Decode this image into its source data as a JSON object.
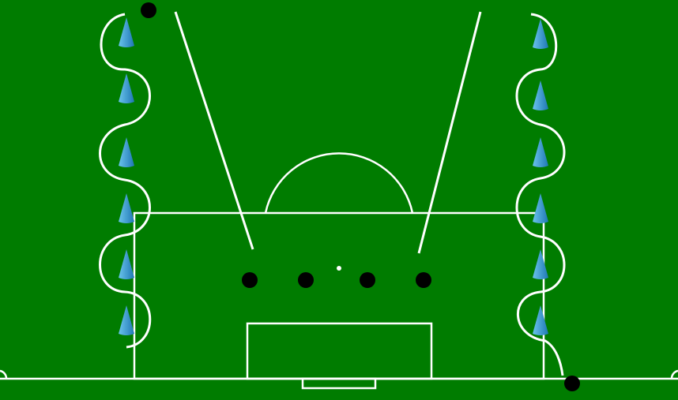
{
  "diagram": {
    "kind": "football-drill",
    "colors": {
      "grass": "#007c00",
      "lines": "#ffffff",
      "player": "#000000",
      "cone_light": "#6ac4ec",
      "cone_dark": "#1f77b4"
    },
    "elements": {
      "cones_per_side": 6,
      "players_in_row": 4,
      "starting_players": 2,
      "run_paths": 2,
      "weave_paths": 2
    }
  }
}
